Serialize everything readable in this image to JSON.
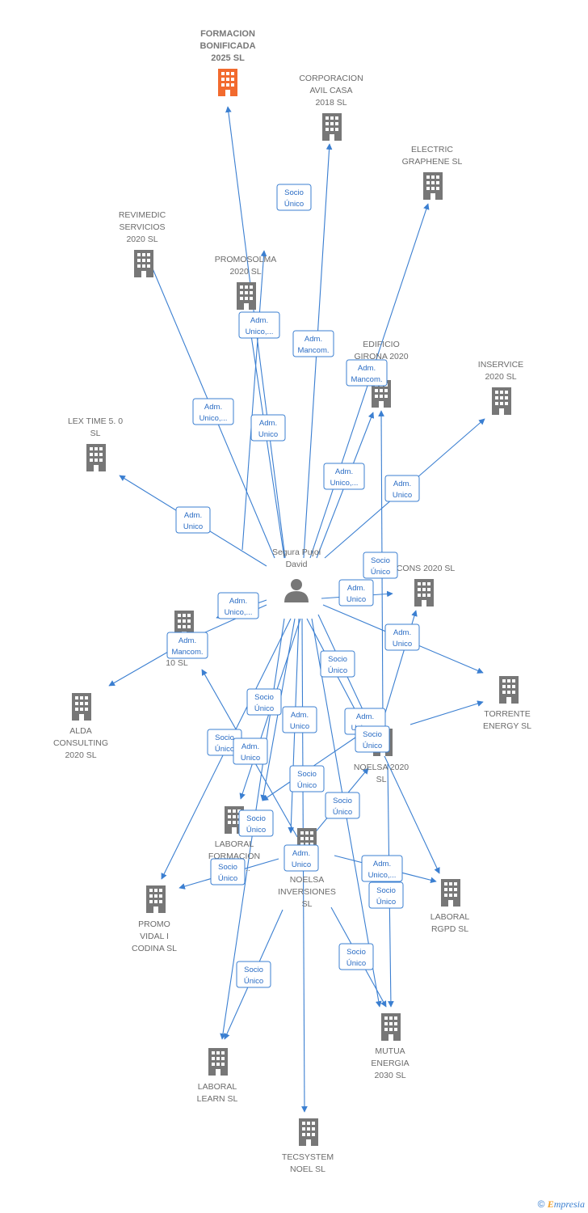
{
  "colors": {
    "edge": "#3b7fd1",
    "building": "#777777",
    "highlight": "#f26a2e",
    "person": "#777777"
  },
  "center": {
    "id": "segura",
    "label": [
      "Segura Pujol",
      "David"
    ]
  },
  "nodes": [
    {
      "id": "formacion",
      "label": [
        "FORMACION",
        "BONIFICADA",
        "2025  SL"
      ],
      "highlight": true
    },
    {
      "id": "corporacion",
      "label": [
        "CORPORACION",
        "AVIL CASA",
        "2018  SL"
      ]
    },
    {
      "id": "electric",
      "label": [
        "ELECTRIC",
        "GRAPHENE  SL"
      ]
    },
    {
      "id": "revimedic",
      "label": [
        "REVIMEDIC",
        "SERVICIOS",
        "2020  SL"
      ]
    },
    {
      "id": "promosolma",
      "label": [
        "PROMOSOLMA",
        "2020  SL"
      ]
    },
    {
      "id": "edificio",
      "label": [
        "EDIFICIO",
        "GIRONA 2020",
        "SL"
      ]
    },
    {
      "id": "inservice",
      "label": [
        "INSERVICE",
        "2020  SL"
      ]
    },
    {
      "id": "lextime",
      "label": [
        "LEX TIME 5. 0",
        "SL"
      ]
    },
    {
      "id": "cons2020",
      "label": [
        "CONS 2020  SL"
      ]
    },
    {
      "id": "co10",
      "label": [
        "CO",
        "10  SL"
      ]
    },
    {
      "id": "torrente",
      "label": [
        "TORRENTE",
        "ENERGY SL"
      ]
    },
    {
      "id": "alda",
      "label": [
        "ALDA",
        "CONSULTING",
        "2020  SL"
      ]
    },
    {
      "id": "noelsa2020",
      "label": [
        "NOELSA 2020",
        "SL"
      ]
    },
    {
      "id": "laboralform",
      "label": [
        "LABORAL",
        "FORMACION",
        "S...OS..."
      ]
    },
    {
      "id": "noelsainv",
      "label": [
        "NOELSA",
        "INVERSIONES",
        "SL"
      ]
    },
    {
      "id": "laboralrgpd",
      "label": [
        "LABORAL",
        "RGPD  SL"
      ]
    },
    {
      "id": "promovidal",
      "label": [
        "PROMO",
        "VIDAL I",
        "CODINA  SL"
      ]
    },
    {
      "id": "mutua",
      "label": [
        "MUTUA",
        "ENERGIA",
        "2030  SL"
      ]
    },
    {
      "id": "laborallearn",
      "label": [
        "LABORAL",
        "LEARN  SL"
      ]
    },
    {
      "id": "tecsystem",
      "label": [
        "TECSYSTEM",
        "NOEL SL"
      ]
    }
  ],
  "edge_labels": [
    {
      "id": "e1",
      "lines": [
        "Socio",
        "Único"
      ]
    },
    {
      "id": "e2",
      "lines": [
        "Adm.",
        "Unico,..."
      ]
    },
    {
      "id": "e3",
      "lines": [
        "Adm.",
        "Mancom."
      ]
    },
    {
      "id": "e4",
      "lines": [
        "Adm.",
        "Mancom."
      ]
    },
    {
      "id": "e5",
      "lines": [
        "Adm.",
        "Unico,..."
      ]
    },
    {
      "id": "e6",
      "lines": [
        "Adm.",
        "Unico"
      ]
    },
    {
      "id": "e7",
      "lines": [
        "Adm.",
        "Unico,..."
      ]
    },
    {
      "id": "e8",
      "lines": [
        "Adm.",
        "Unico"
      ]
    },
    {
      "id": "e9",
      "lines": [
        "Adm.",
        "Unico"
      ]
    },
    {
      "id": "e10",
      "lines": [
        "Socio",
        "Único"
      ]
    },
    {
      "id": "e11",
      "lines": [
        "Adm.",
        "Unico"
      ]
    },
    {
      "id": "e12",
      "lines": [
        "Adm.",
        "Unico,..."
      ]
    },
    {
      "id": "e13",
      "lines": [
        "Adm.",
        "Unico"
      ]
    },
    {
      "id": "e14",
      "lines": [
        "Adm.",
        "Mancom."
      ]
    },
    {
      "id": "e15",
      "lines": [
        "Socio",
        "Único"
      ]
    },
    {
      "id": "e16",
      "lines": [
        "Socio",
        "Único"
      ]
    },
    {
      "id": "e17",
      "lines": [
        "Adm.",
        "Unico"
      ]
    },
    {
      "id": "e18",
      "lines": [
        "Adm.",
        "Unico,..."
      ]
    },
    {
      "id": "e19",
      "lines": [
        "Socio",
        "Único"
      ]
    },
    {
      "id": "e20",
      "lines": [
        "Socio",
        "Único"
      ]
    },
    {
      "id": "e21",
      "lines": [
        "Adm.",
        "Unico"
      ]
    },
    {
      "id": "e22",
      "lines": [
        "Socio",
        "Único"
      ]
    },
    {
      "id": "e23",
      "lines": [
        "Socio",
        "Único"
      ]
    },
    {
      "id": "e24",
      "lines": [
        "Socio",
        "Único"
      ]
    },
    {
      "id": "e25",
      "lines": [
        "Adm.",
        "Unico"
      ]
    },
    {
      "id": "e26",
      "lines": [
        "Socio",
        "Único"
      ]
    },
    {
      "id": "e27",
      "lines": [
        "Adm.",
        "Unico,..."
      ]
    },
    {
      "id": "e28",
      "lines": [
        "Socio",
        "Único"
      ]
    },
    {
      "id": "e29",
      "lines": [
        "Socio",
        "Único"
      ]
    },
    {
      "id": "e30",
      "lines": [
        "Socio",
        "Único"
      ]
    },
    {
      "id": "e31",
      "lines": [
        "Socio",
        "Único"
      ]
    },
    {
      "id": "e32",
      "lines": [
        "Socio",
        "Único"
      ]
    }
  ],
  "footer": {
    "copyright": "©",
    "brand_first": "E",
    "brand_rest": "mpresia"
  }
}
